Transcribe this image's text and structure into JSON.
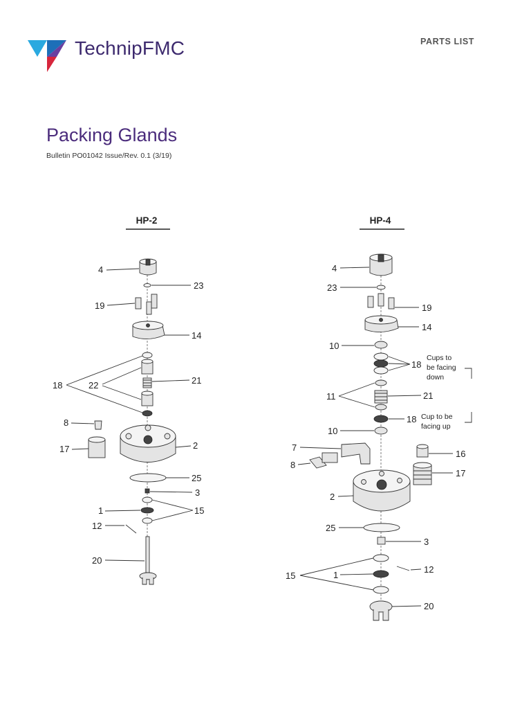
{
  "header": {
    "brand": "TechnipFMC",
    "doc_type": "PARTS LIST",
    "colors": {
      "brand_purple": "#3d2a6e",
      "logo_blue": "#2aa9e0",
      "logo_red": "#d7263d"
    }
  },
  "document": {
    "title": "Packing Glands",
    "bulletin": "Bulletin PO01042 Issue/Rev. 0.1 (3/19)"
  },
  "diagrams": {
    "hp2": {
      "heading": "HP-2",
      "callouts": {
        "c4": "4",
        "c23": "23",
        "c19": "19",
        "c14": "14",
        "c18": "18",
        "c22": "22",
        "c21": "21",
        "c8": "8",
        "c17": "17",
        "c2": "2",
        "c25": "25",
        "c3": "3",
        "c1": "1",
        "c15": "15",
        "c12": "12",
        "c20": "20"
      }
    },
    "hp4": {
      "heading": "HP-4",
      "callouts": {
        "c4": "4",
        "c23": "23",
        "c19": "19",
        "c14": "14",
        "c10a": "10",
        "c18a": "18",
        "c11": "11",
        "c21": "21",
        "c18b": "18",
        "c10b": "10",
        "c7": "7",
        "c8": "8",
        "c16": "16",
        "c17": "17",
        "c2": "2",
        "c25": "25",
        "c3": "3",
        "c15": "15",
        "c1": "1",
        "c12": "12",
        "c20": "20"
      },
      "notes": {
        "cups_down": [
          "Cups to",
          "be facing",
          "down"
        ],
        "cup_up": [
          "Cup to be",
          "facing up"
        ]
      }
    }
  }
}
